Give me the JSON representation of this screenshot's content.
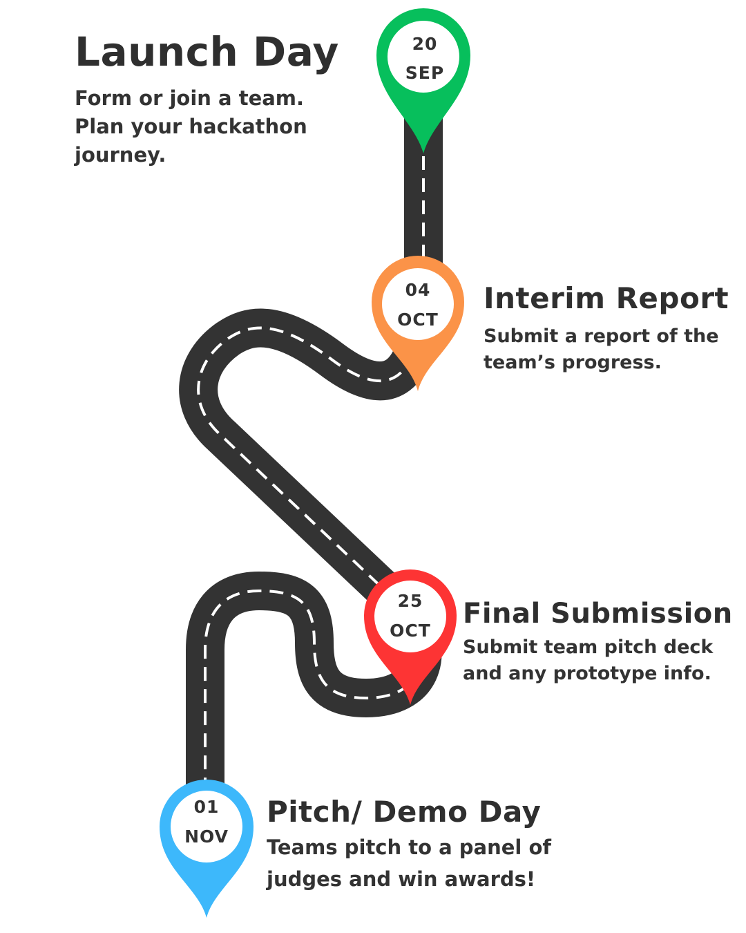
{
  "colors": {
    "road": "#333333",
    "road_dash": "#ffffff",
    "launch": "#07bf5c",
    "interim": "#fb9348",
    "final": "#fd3434",
    "pitch": "#3db8fb"
  },
  "milestones": [
    {
      "id": "launch",
      "title": "Launch Day",
      "description": "Form or join a team. Plan your hackathon journey.",
      "day": "20",
      "month": "SEP",
      "icon": "map-pin-icon"
    },
    {
      "id": "interim",
      "title": "Interim Report",
      "description": "Submit a report of the team’s progress.",
      "day": "04",
      "month": "OCT",
      "icon": "map-pin-icon"
    },
    {
      "id": "final",
      "title": "Final Submission",
      "description": "Submit team pitch deck and any prototype info.",
      "day": "25",
      "month": "OCT",
      "icon": "map-pin-icon"
    },
    {
      "id": "pitch",
      "title": "Pitch/ Demo Day",
      "description": "Teams pitch to a panel of judges and win awards!",
      "day": "01",
      "month": "NOV",
      "icon": "map-pin-icon"
    }
  ]
}
